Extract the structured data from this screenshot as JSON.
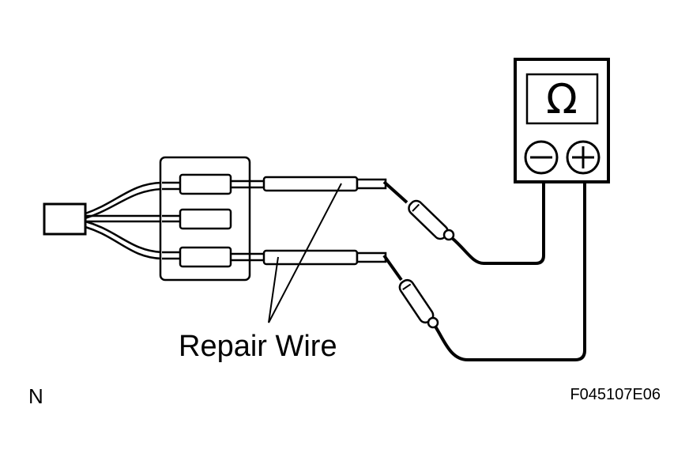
{
  "callout_label": "Repair Wire",
  "orientation_mark": "N",
  "figure_code": "F045107E06",
  "meter": {
    "display_symbol": "Ω",
    "negative_terminal": "−",
    "positive_terminal": "+"
  },
  "colors": {
    "line": "#000000",
    "background": "#ffffff"
  }
}
